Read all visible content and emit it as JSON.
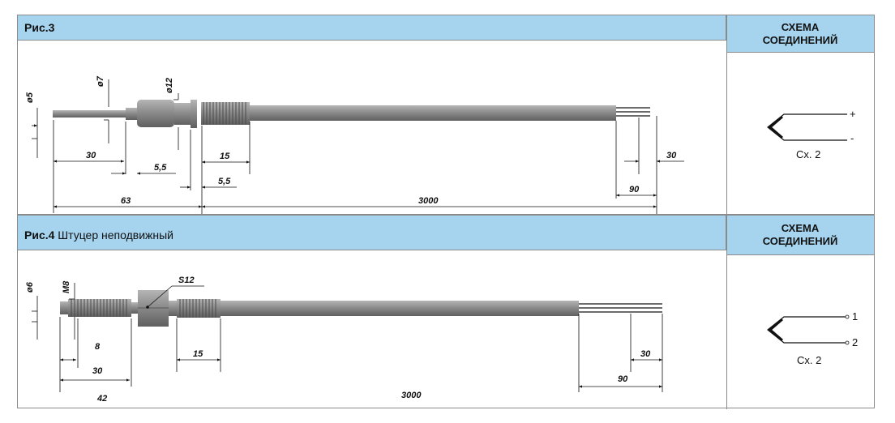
{
  "fig3": {
    "label_bold": "Рис.3",
    "label_rest": "",
    "schema_line1": "СХЕМА",
    "schema_line2": "СОЕДИНЕНИЙ",
    "dims": {
      "d5": "ø5",
      "d7": "ø7",
      "d12": "ø12",
      "l30": "30",
      "l5_5a": "5,5",
      "l15": "15",
      "l5_5b": "5,5",
      "l63": "63",
      "l3000": "3000",
      "l90": "90",
      "l30b": "30"
    },
    "schematic": {
      "plus": "+",
      "minus": "-",
      "caption": "Сх. 2"
    }
  },
  "fig4": {
    "label_bold": "Рис.4",
    "label_rest": " Штуцер неподвижный",
    "schema_line1": "СХЕМА",
    "schema_line2": "СОЕДИНЕНИЙ",
    "dims": {
      "d6": "ø6",
      "m8": "M8",
      "s12": "S12",
      "l8": "8",
      "l30": "30",
      "l42": "42",
      "l15": "15",
      "l3000": "3000",
      "l90": "90",
      "l30b": "30"
    },
    "schematic": {
      "t1": "1",
      "t2": "2",
      "caption": "Сх. 2"
    }
  },
  "colors": {
    "header_bg": "#a6d4ef",
    "border": "#8a8a8a",
    "metal": "#8c8c8c"
  }
}
